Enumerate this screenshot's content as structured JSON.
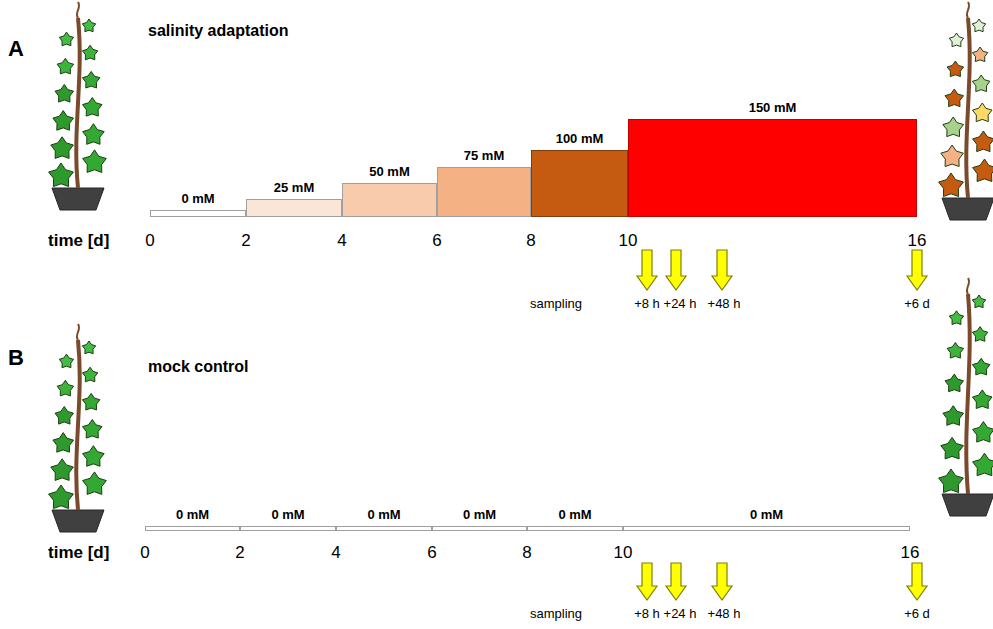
{
  "diagram": {
    "nodes": [
      {
        "text": [
          "0 mM"
        ]
      },
      {
        "text": [
          "25 mM"
        ]
      },
      {
        "text": [
          "50 mM"
        ]
      },
      {
        "text": [
          "75 mM"
        ]
      },
      {
        "text": [
          "100 mM"
        ]
      },
      {
        "text": [
          "150 mM"
        ]
      },
      {
        "text": [
          "0 mM"
        ]
      },
      {
        "text": [
          "0 mM"
        ]
      },
      {
        "text": [
          "0 mM"
        ]
      },
      {
        "text": [
          "0 mM"
        ]
      },
      {
        "text": [
          "0 mM"
        ]
      },
      {
        "text": [
          "0 mM"
        ]
      }
    ],
    "edges": [],
    "labels": [
      "A",
      "salinity adaptation",
      "time [d]",
      "0",
      "2",
      "4",
      "6",
      "8",
      "10",
      "16",
      "sampling",
      "+8 h",
      "+24 h",
      "+48 h",
      "+6 d",
      "B",
      "mock control",
      "time [d]",
      "0",
      "2",
      "4",
      "6",
      "8",
      "10",
      "16",
      "sampling",
      "+8 h",
      "+24 h",
      "+48 h",
      "+6 d"
    ]
  }
}
